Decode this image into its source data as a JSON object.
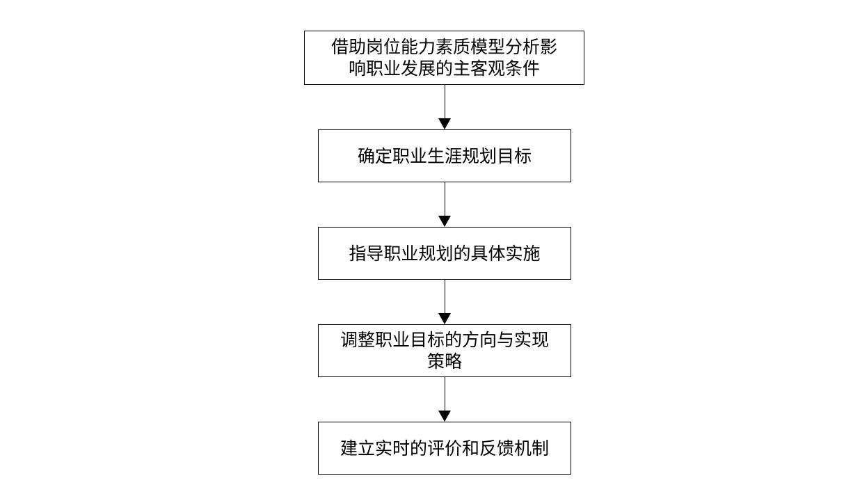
{
  "flow": {
    "steps": [
      {
        "text": "借助岗位能力素质模型分析影响职业发展的主客观条件"
      },
      {
        "text": "确定职业生涯规划目标"
      },
      {
        "text": "指导职业规划的具体实施"
      },
      {
        "text": "调整职业目标的方向与实现策略"
      },
      {
        "text": "建立实时的评价和反馈机制"
      }
    ]
  }
}
